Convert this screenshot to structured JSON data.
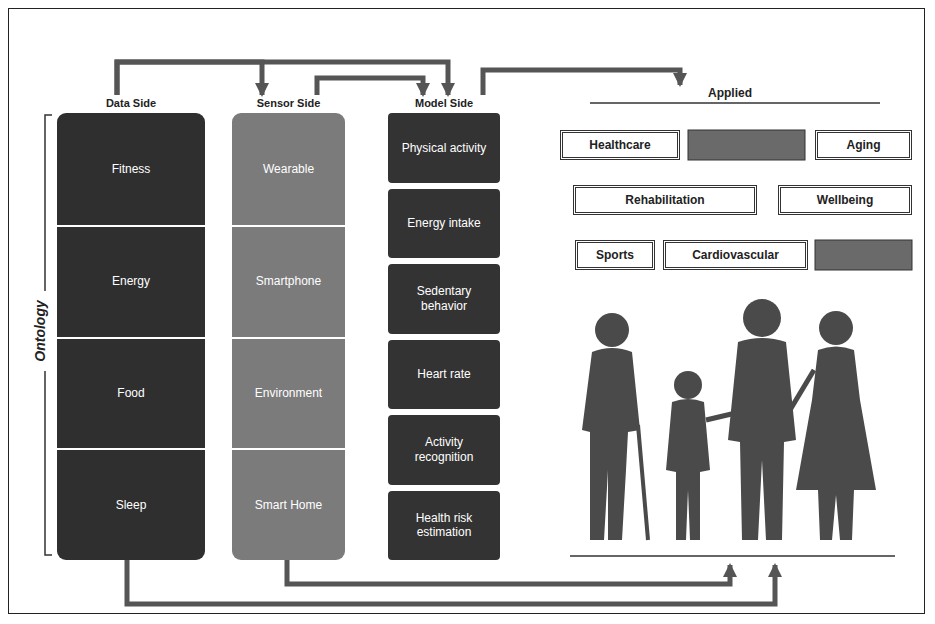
{
  "diagram": {
    "nodes": [
      {
        "text": [
          "Data Side"
        ]
      },
      {
        "text": [
          "Fitness"
        ],
        "in": 0
      },
      {
        "text": [
          "Energy"
        ],
        "in": 0
      },
      {
        "text": [
          "Food"
        ],
        "in": 0
      },
      {
        "text": [
          "Sleep"
        ],
        "in": 0
      },
      {
        "text": [
          "Sensor Side"
        ]
      },
      {
        "text": [
          "Wearable"
        ],
        "in": 5
      },
      {
        "text": [
          "Smartphone"
        ],
        "in": 5
      },
      {
        "text": [
          "Environment"
        ],
        "in": 5
      },
      {
        "text": [
          "Smart Home"
        ],
        "in": 5
      },
      {
        "text": [
          "Model Side"
        ]
      },
      {
        "text": [
          "Physical activity"
        ],
        "in": 10
      },
      {
        "text": [
          "Energy intake"
        ],
        "in": 10
      },
      {
        "text": [
          "Sedentary behavior"
        ],
        "in": 10
      },
      {
        "text": [
          "Heart rate"
        ],
        "in": 10
      },
      {
        "text": [
          "Activity recognition"
        ],
        "in": 10
      },
      {
        "text": [
          "Health risk estimation"
        ],
        "in": 10
      },
      {
        "text": [
          "Applied"
        ]
      },
      {
        "text": [
          "Healthcare"
        ],
        "in": 17
      },
      {
        "text": [
          "Aging"
        ],
        "in": 17
      },
      {
        "text": [
          "Rehabilitation"
        ],
        "in": 17
      },
      {
        "text": [
          "Wellbeing"
        ],
        "in": 17
      },
      {
        "text": [
          "Sports"
        ],
        "in": 17
      },
      {
        "text": [
          "Cardiovascular"
        ],
        "in": 17
      }
    ],
    "edges": [
      {
        "from": 0,
        "to": 5,
        "arrow": "to"
      },
      {
        "from": 0,
        "to": 10,
        "arrow": "to"
      },
      {
        "from": 5,
        "to": 10,
        "arrow": "to"
      },
      {
        "from": 10,
        "to": 17,
        "arrow": "to"
      },
      {
        "from": 0,
        "to": 17,
        "arrow": "to"
      },
      {
        "from": 5,
        "to": 17,
        "arrow": "to"
      }
    ],
    "labels": [
      "Ontology"
    ]
  }
}
